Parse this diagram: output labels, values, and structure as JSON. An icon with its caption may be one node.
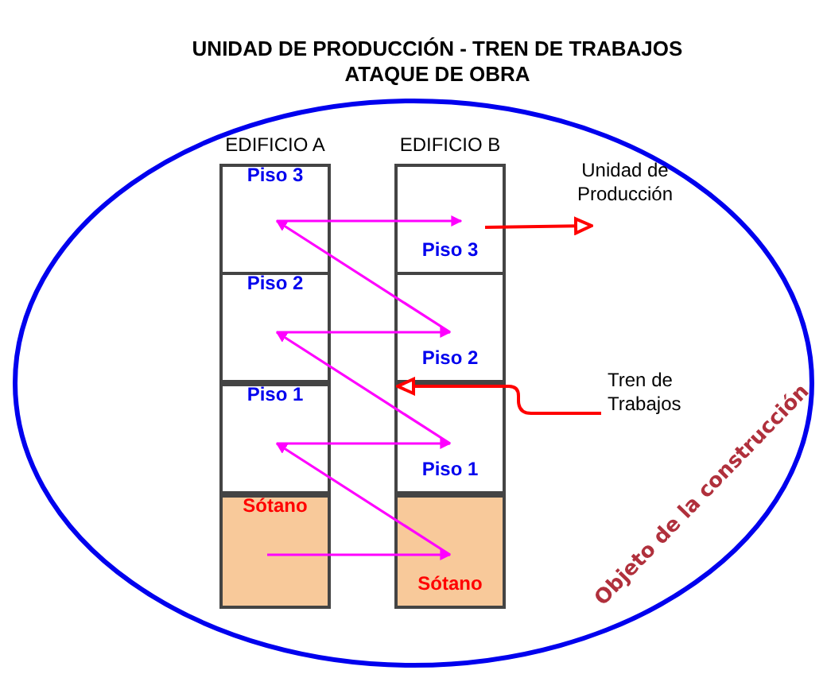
{
  "diagram": {
    "title": "UNIDAD DE PRODUCCIÓN - TREN DE TRABAJOS ATAQUE DE OBRA",
    "nodes": [
      {
        "text": [
          "Objeto de la construcción"
        ]
      },
      {
        "text": [
          "EDIFICIO A"
        ],
        "in": 0
      },
      {
        "text": [
          "Piso 3"
        ],
        "in": 1
      },
      {
        "text": [
          "Piso 2"
        ],
        "in": 1
      },
      {
        "text": [
          "Piso 1"
        ],
        "in": 1
      },
      {
        "text": [
          "Sótano"
        ],
        "in": 1
      },
      {
        "text": [
          "EDIFICIO B"
        ],
        "in": 0
      },
      {
        "text": [
          "Piso 3"
        ],
        "in": 6
      },
      {
        "text": [
          "Piso 2"
        ],
        "in": 6
      },
      {
        "text": [
          "Piso 1"
        ],
        "in": 6
      },
      {
        "text": [
          "Sótano"
        ],
        "in": 6
      },
      {
        "text": [
          "Unidad de Producción"
        ],
        "in": 0
      },
      {
        "text": [
          "Tren de Trabajos"
        ],
        "in": 0
      }
    ],
    "edges": [
      {
        "from": 5,
        "to": 10,
        "arrow": "to"
      },
      {
        "from": 10,
        "to": 4,
        "arrow": "to"
      },
      {
        "from": 4,
        "to": 9,
        "arrow": "to"
      },
      {
        "from": 9,
        "to": 3,
        "arrow": "to"
      },
      {
        "from": 3,
        "to": 8,
        "arrow": "to"
      },
      {
        "from": 8,
        "to": 2,
        "arrow": "to"
      },
      {
        "from": 2,
        "to": 7,
        "arrow": "to"
      },
      {
        "from": 7,
        "to": 11,
        "arrow": "to",
        "color": "#ff0000"
      },
      {
        "from": 12,
        "to": 6,
        "arrow": "to",
        "color": "#ff0000"
      }
    ]
  }
}
